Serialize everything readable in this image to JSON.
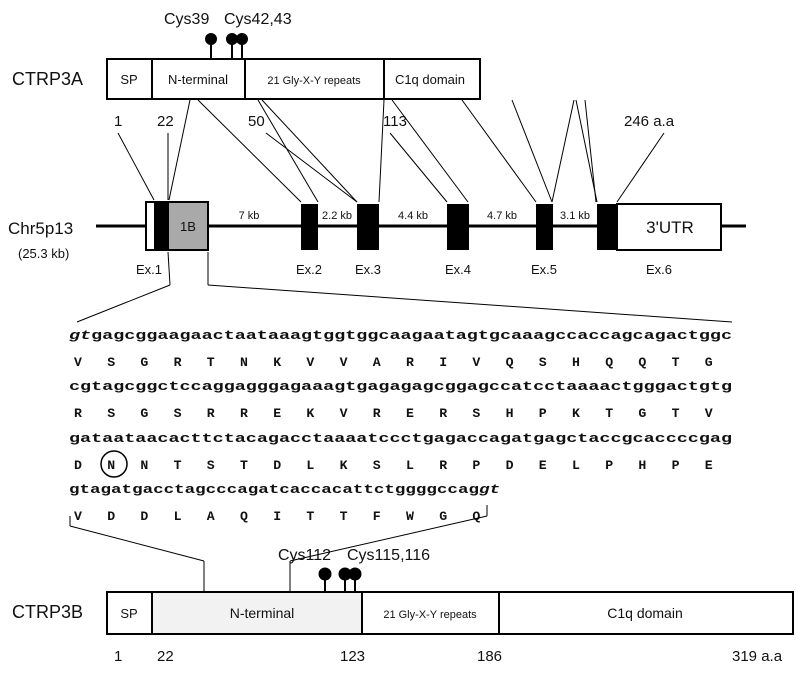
{
  "ctrp3a": {
    "name": "CTRP3A",
    "cys_left": "Cys39",
    "cys_right": "Cys42,43",
    "domains": [
      "SP",
      "N-terminal",
      "21  Gly-X-Y repeats",
      "C1q domain"
    ],
    "positions": [
      "1",
      "22",
      "50",
      "113",
      "246 a.a"
    ]
  },
  "gene": {
    "chrom": "Chr5p13",
    "size": "(25.3 kb)",
    "exon1b": "1B",
    "utr": "3'UTR",
    "introns": [
      "7 kb",
      "2.2 kb",
      "4.4 kb",
      "4.7 kb",
      "3.1 kb"
    ],
    "exons": [
      "Ex.1",
      "Ex.2",
      "Ex.3",
      "Ex.4",
      "Ex.5",
      "Ex.6"
    ]
  },
  "sequence": {
    "rows": [
      {
        "nt_italic_prefix": "gt",
        "nt": "gagcggaagaactaataaagtggtggcaagaatagtgcaaagccaccagcagactggc",
        "nt_italic_suffix": "",
        "aa": [
          "V",
          "S",
          "G",
          "R",
          "T",
          "N",
          "K",
          "V",
          "V",
          "A",
          "R",
          "I",
          "V",
          "Q",
          "S",
          "H",
          "Q",
          "Q",
          "T",
          "G"
        ]
      },
      {
        "nt_italic_prefix": "",
        "nt": "cgtagcggctccaggagggagaaagtgagagagcggagccatcctaaaactgggactgtg",
        "nt_italic_suffix": "",
        "aa": [
          "R",
          "S",
          "G",
          "S",
          "R",
          "R",
          "E",
          "K",
          "V",
          "R",
          "E",
          "R",
          "S",
          "H",
          "P",
          "K",
          "T",
          "G",
          "T",
          "V"
        ]
      },
      {
        "nt_italic_prefix": "",
        "nt": "gataataacacttctacagacctaaaatccctgagaccagatgagctaccgcaccccgag",
        "nt_italic_suffix": "",
        "aa": [
          "D",
          "N",
          "N",
          "T",
          "S",
          "T",
          "D",
          "L",
          "K",
          "S",
          "L",
          "R",
          "P",
          "D",
          "E",
          "L",
          "P",
          "H",
          "P",
          "E"
        ]
      },
      {
        "nt_italic_prefix": "",
        "nt": "gtagatgacctagcccagatcaccacattctggggccag",
        "nt_italic_suffix": "gt",
        "aa": [
          "V",
          "D",
          "D",
          "L",
          "A",
          "Q",
          "I",
          "T",
          "T",
          "F",
          "W",
          "G",
          "Q"
        ]
      }
    ]
  },
  "ctrp3b": {
    "name": "CTRP3B",
    "cys_left": "Cys112",
    "cys_right": "Cys115,116",
    "domains": [
      "SP",
      "N-terminal",
      "21  Gly-X-Y repeats",
      "C1q domain"
    ],
    "positions": [
      "1",
      "22",
      "123",
      "186",
      "319 a.a"
    ]
  }
}
